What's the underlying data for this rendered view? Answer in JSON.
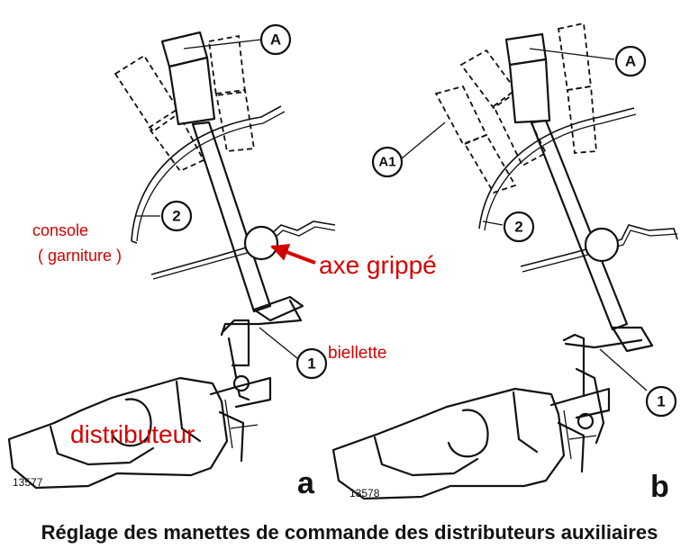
{
  "callouts": {
    "a_A": "A",
    "a_2": "2",
    "a_1": "1",
    "b_A": "A",
    "b_A1": "A1",
    "b_2": "2",
    "b_1": "1"
  },
  "figure_numbers": {
    "a": "13577",
    "b": "13578"
  },
  "panel_letters": {
    "a": "a",
    "b": "b"
  },
  "annotations": {
    "console": "console",
    "garniture": "( garniture )",
    "axe_grippe": "axe grippé",
    "biellette": "biellette",
    "distributeur": "distributeur"
  },
  "colors": {
    "annotation": "#d40000",
    "ink": "#111111"
  },
  "caption": "Réglage des manettes de commande des distributeurs auxiliaires"
}
